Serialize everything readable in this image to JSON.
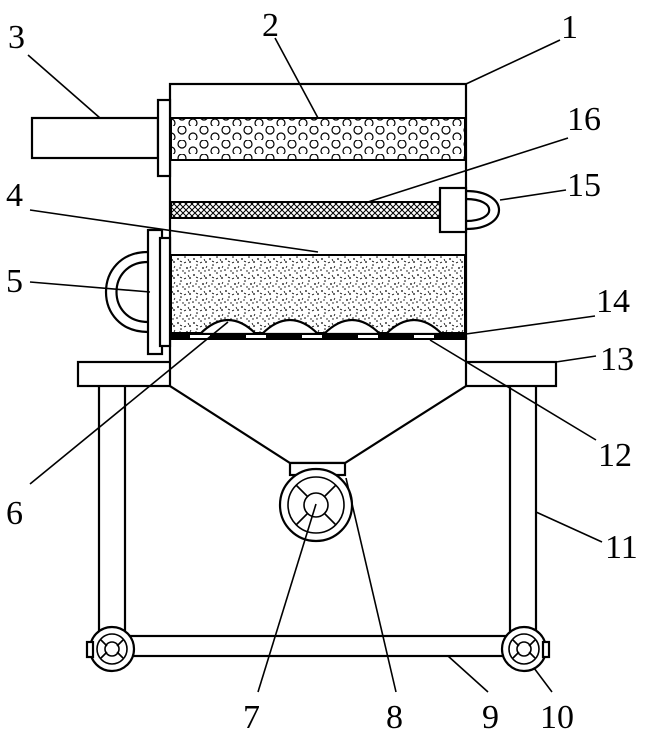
{
  "labels": {
    "l1": "1",
    "l2": "2",
    "l3": "3",
    "l4": "4",
    "l5": "5",
    "l6": "6",
    "l7": "7",
    "l8": "8",
    "l9": "9",
    "l10": "10",
    "l11": "11",
    "l12": "12",
    "l13": "13",
    "l14": "14",
    "l15": "15",
    "l16": "16"
  },
  "colors": {
    "stroke": "#000000",
    "fill": "#ffffff"
  }
}
